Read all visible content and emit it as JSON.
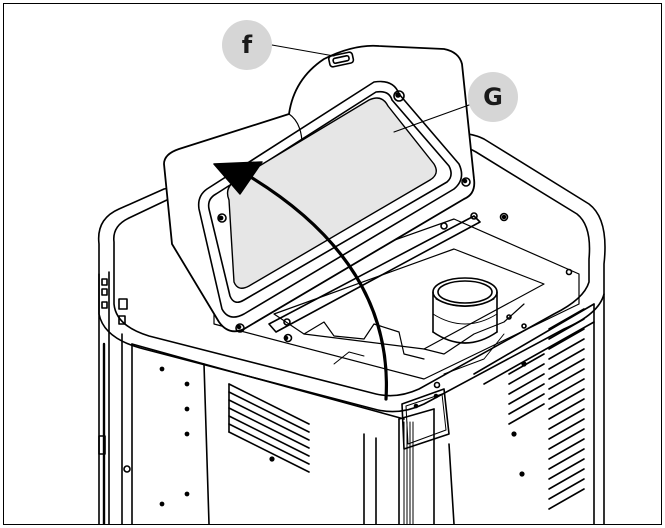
{
  "figure": {
    "callouts": [
      {
        "id": "f",
        "label": "f",
        "badge_color": "#d6d6d6"
      },
      {
        "id": "G",
        "label": "G",
        "badge_color": "#d6d6d6"
      }
    ],
    "colors": {
      "line": "#000000",
      "glass": "#e6e6e6",
      "panel": "#ffffff"
    },
    "icons": {
      "arrow": "curved-open-arrow-icon"
    }
  }
}
